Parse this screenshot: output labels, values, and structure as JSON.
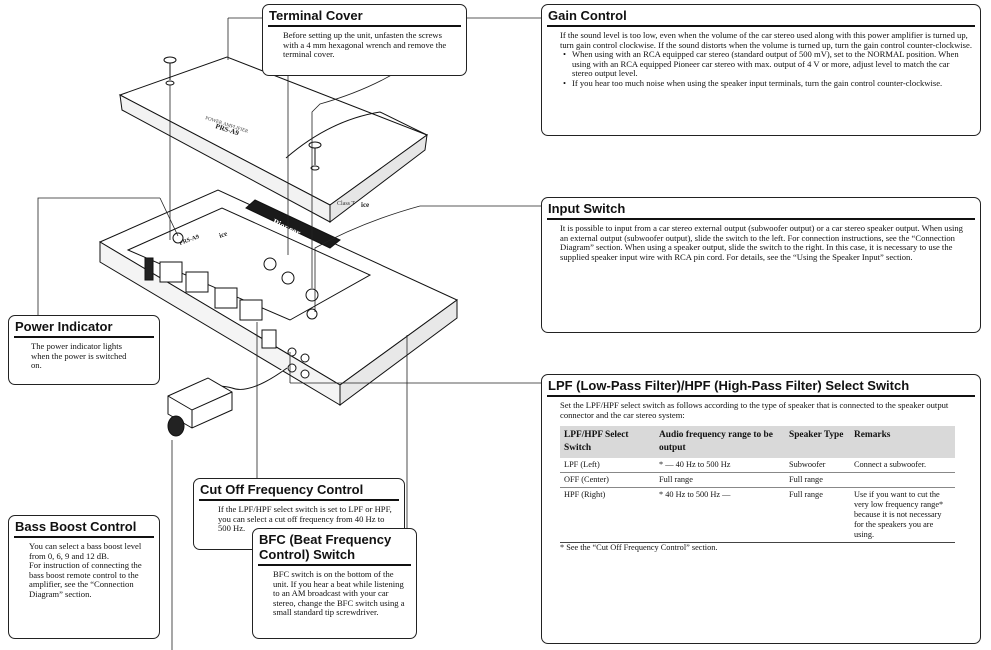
{
  "terminal_cover": {
    "title": "Terminal Cover",
    "body": "Before setting up the unit, unfasten the screws with a 4 mm hexagonal wrench and remove the terminal cover."
  },
  "gain_control": {
    "title": "Gain Control",
    "body": "If the sound level is too low, even when the volume of the car stereo used along with this power amplifier is turned up, turn gain control clockwise. If the sound distorts when the volume is turned up, turn the gain control counter-clockwise.",
    "bullets": [
      "When using with an RCA equipped car stereo (standard output of 500 mV), set to the NORMAL position. When using with an RCA equipped Pioneer car stereo with max. output of 4 V or more, adjust level to match the car stereo output level.",
      "If you hear too much noise when using the speaker input terminals, turn the gain control counter-clockwise."
    ]
  },
  "input_switch": {
    "title": "Input Switch",
    "body": "It is possible to input from a car stereo external output (subwoofer output) or a car stereo speaker output. When using an external output (subwoofer output), slide the switch to the left. For connection instructions, see the “Connection Diagram” section. When using a speaker output, slide the switch to the right. In this case, it is necessary to use the supplied speaker input wire with RCA pin cord. For details, see the “Using the Speaker Input” section."
  },
  "power_indicator": {
    "title": "Power Indicator",
    "body": "The power indicator lights when the power is switched on."
  },
  "lpf_hpf": {
    "title": "LPF (Low-Pass Filter)/HPF (High-Pass Filter) Select Switch",
    "intro": "Set the LPF/HPF select switch as follows according to the type of speaker that is connected to the speaker output connector and the car stereo system:",
    "headers": [
      "LPF/HPF Select Switch",
      "Audio frequency range to be output",
      "Speaker Type",
      "Remarks"
    ],
    "rows": [
      [
        "LPF (Left)",
        "* — 40 Hz to 500 Hz",
        "Subwoofer",
        "Connect a subwoofer."
      ],
      [
        "OFF (Center)",
        "Full range",
        "Full range",
        ""
      ],
      [
        "HPF (Right)",
        "* 40 Hz to 500 Hz —",
        "Full range",
        "Use if you want to cut the very low frequency range* because it is not necessary for the speakers you are using."
      ]
    ],
    "footnote": "* See the “Cut Off Frequency Control” section."
  },
  "cutoff": {
    "title": "Cut Off Frequency Control",
    "body": "If the LPF/HPF select switch is set to LPF or HPF, you can select a cut off frequency from 40 Hz to 500 Hz."
  },
  "bass_boost": {
    "title": "Bass Boost Control",
    "body1": "You can select a bass boost level from 0, 6, 9 and 12 dB.",
    "body2": "For instruction of connecting the bass boost remote control to the amplifier, see the “Connection Diagram” section."
  },
  "bfc": {
    "title": "BFC (Beat Frequency Control) Switch",
    "body": "BFC switch is on the bottom of the unit. If you hear a beat while listening to an AM broadcast with your car stereo, change the BFC switch using a small standard tip screwdriver."
  },
  "illustration": {
    "brand": "Pioneer",
    "model": "PRS-A9",
    "series": "ice"
  }
}
